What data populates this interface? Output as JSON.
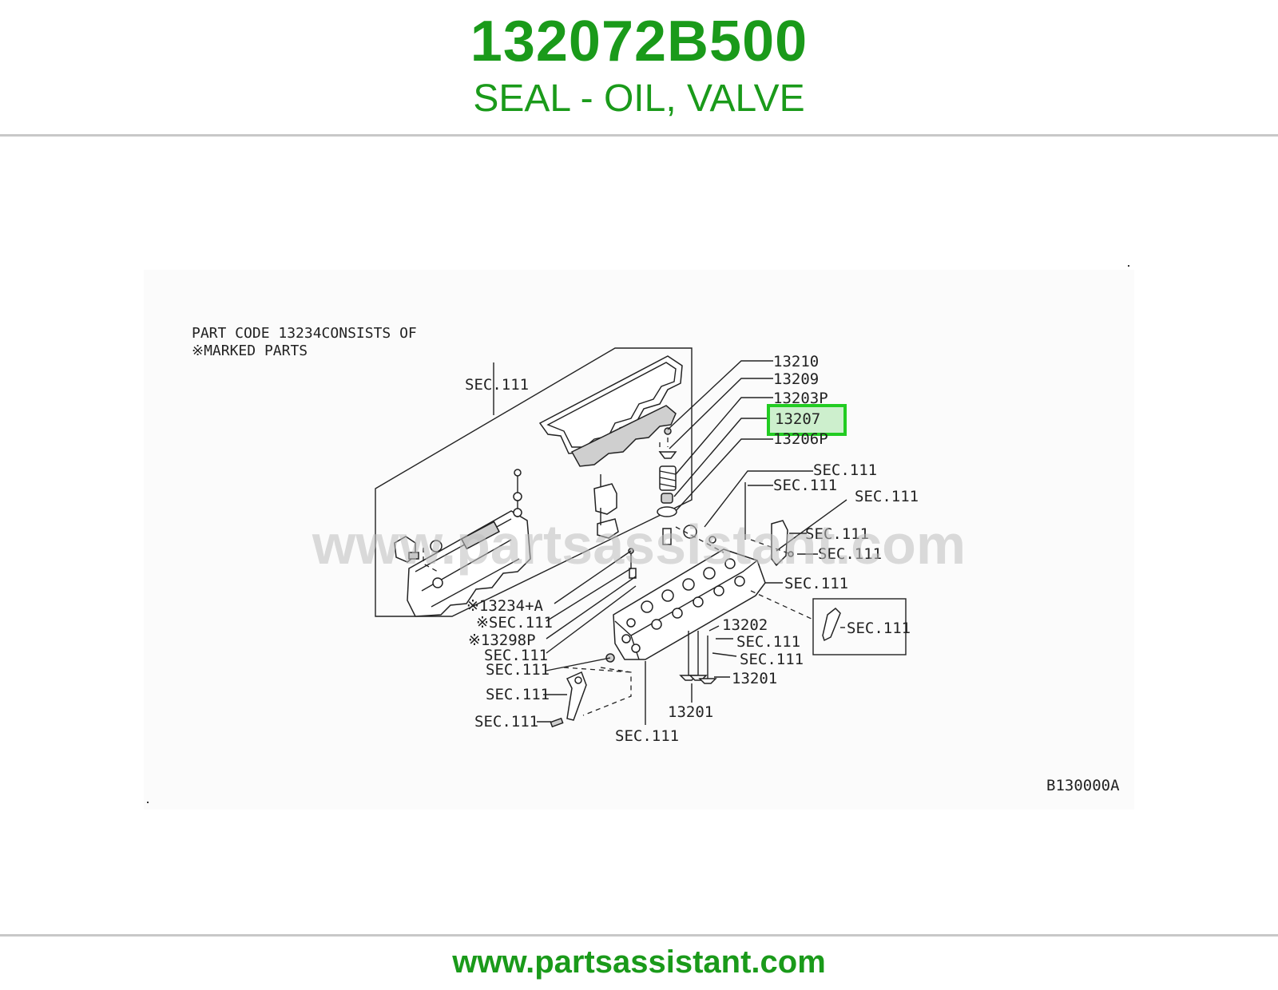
{
  "header": {
    "part_number": "132072B500",
    "description": "SEAL - OIL, VALVE"
  },
  "footer": {
    "url": "www.partsassistant.com"
  },
  "diagram": {
    "note_line1": "PART CODE 13234CONSISTS OF",
    "note_line2": "※MARKED PARTS",
    "watermark": "www.partsassistant.com",
    "figure_code": "B130000A",
    "highlighted_label": "13207",
    "labels": {
      "l13210": "13210",
      "l13209": "13209",
      "l13203p": "13203P",
      "l13207": "13207",
      "l13206p": "13206P",
      "sec_top_left": "SEC.111",
      "sec_r1": "SEC.111",
      "sec_r2": "SEC.111",
      "sec_r3": "SEC.111",
      "sec_r4": "SEC.111",
      "sec_r5": "SEC.111",
      "sec_r6": "SEC.111",
      "sec_box": "SEC.111",
      "l13234a": "※13234+A",
      "sec_l1": "※SEC.111",
      "l13298p": "※13298P",
      "sec_l2": "SEC.111",
      "sec_l3": "SEC.111",
      "sec_l4": "SEC.111",
      "sec_l5": "SEC.111",
      "l13202": "13202",
      "sec_c1": "SEC.111",
      "sec_c2": "SEC.111",
      "l13201a": "13201",
      "l13201b": "13201",
      "sec_bottom": "SEC.111"
    }
  },
  "colors": {
    "brand_green": "#1a9a1a",
    "highlight_border": "#22cc22",
    "highlight_fill": "#a8e6a8"
  }
}
